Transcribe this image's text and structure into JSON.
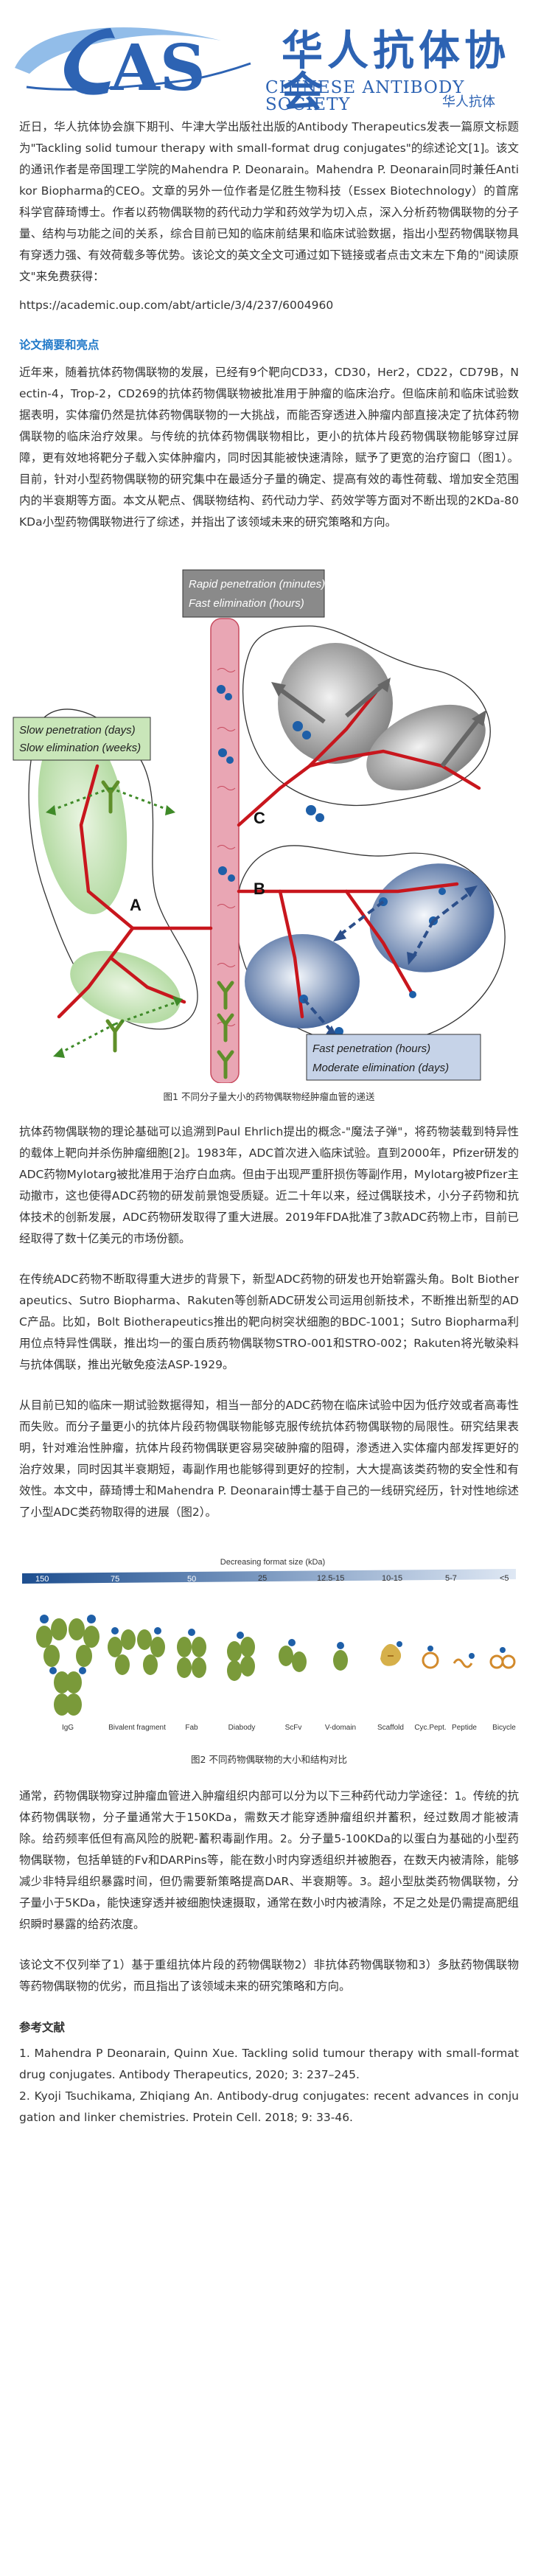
{
  "header": {
    "logo_cn": "华人抗体协会",
    "logo_en": "CHINESE ANTIBODY SOCIETY",
    "logo_stamp": "华人抗体",
    "logo_mark": "AS",
    "colors": {
      "brand": "#2d63b3"
    }
  },
  "intro": "近日，华人抗体协会旗下期刊、牛津大学出版社出版的Antibody Therapeutics发表一篇原文标题为\"Tackling solid tumour therapy with small-format drug conjugates\"的综述论文[1]。该文的通讯作者是帝国理工学院的Mahendra P. Deonarain。Mahendra P. Deonarain同时兼任Antikor Biopharma的CEO。文章的另外一位作者是亿胜生物科技（Essex Biotechnology）的首席科学官薛琦博士。作者以药物偶联物的药代动力学和药效学为切入点，深入分析药物偶联物的分子量、结构与功能之间的关系，综合目前已知的临床前结果和临床试验数据，指出小型药物偶联物具有穿透力强、有效荷载多等优势。该论文的英文全文可通过如下链接或者点击文末左下角的\"阅读原文\"来免费获得：",
  "url": "https://academic.oup.com/abt/article/3/4/237/6004960",
  "section_title": "论文摘要和亮点",
  "abstract": "近年来，随着抗体药物偶联物的发展，已经有9个靶向CD33，CD30，Her2，CD22，CD79B，Nectin-4，Trop-2，CD269的抗体药物偶联物被批准用于肿瘤的临床治疗。但临床前和临床试验数据表明，实体瘤仍然是抗体药物偶联物的一大挑战，而能否穿透进入肿瘤内部直接决定了抗体药物偶联物的临床治疗效果。与传统的抗体药物偶联物相比，更小的抗体片段药物偶联物能够穿过屏障，更有效地将靶分子载入实体肿瘤内，同时因其能被快速清除，赋予了更宽的治疗窗口（图1）。目前，针对小型药物偶联物的研究集中在最适分子量的确定、提高有效的毒性荷载、增加安全范围内的半衰期等方面。本文从靶点、偶联物结构、药代动力学、药效学等方面对不断出现的2KDa-80KDa小型药物偶联物进行了综述，并指出了该领域未来的研究策略和方向。",
  "figure1": {
    "label_rapid_1": "Rapid penetration (minutes)",
    "label_rapid_2": "Fast elimination (hours)",
    "label_slow_1": "Slow penetration (days)",
    "label_slow_2": "Slow elimination (weeks)",
    "label_fast_1": "Fast penetration (hours)",
    "label_fast_2": "Moderate elimination (days)",
    "letter_a": "A",
    "letter_b": "B",
    "letter_c": "C",
    "caption": "图1 不同分子量大小的药物偶联物经肿瘤血管的递送",
    "colors": {
      "vessel": "#e9a6b4",
      "vessel_line": "#c74a5e",
      "tumor_green": "#bfe0b0",
      "tumor_grey": "#8a8a8a",
      "tumor_blue": "#4a6da3",
      "vein": "#c8161d"
    }
  },
  "para2": "抗体药物偶联物的理论基础可以追溯到Paul Ehrlich提出的概念-\"魔法子弹\"，将药物装载到特异性的载体上靶向并杀伤肿瘤细胞[2]。1983年，ADC首次进入临床试验。直到2000年，Pfizer研发的ADC药物Mylotarg被批准用于治疗白血病。但由于出现严重肝损伤等副作用，Mylotarg被Pfizer主动撤市，这也使得ADC药物的研发前景饱受质疑。近二十年以来，经过偶联技术，小分子药物和抗体技术的创新发展，ADC药物研发取得了重大进展。2019年FDA批准了3款ADC药物上市，目前已经取得了数十亿美元的市场份额。",
  "para3": "在传统ADC药物不断取得重大进步的背景下，新型ADC药物的研发也开始崭露头角。Bolt Biotherapeutics、Sutro Biopharma、Rakuten等创新ADC研发公司运用创新技术，不断推出新型的ADC产品。比如，Bolt Biotherapeutics推出的靶向树突状细胞的BDC-1001；Sutro Biopharma利用位点特异性偶联，推出均一的蛋白质药物偶联物STRO-001和STRO-002；Rakuten将光敏染料与抗体偶联，推出光敏免疫法ASP-1929。",
  "para4": "从目前已知的临床一期试验数据得知，相当一部分的ADC药物在临床试验中因为低疗效或者高毒性而失败。而分子量更小的抗体片段药物偶联物能够克服传统抗体药物偶联物的局限性。研究结果表明，针对难治性肿瘤，抗体片段药物偶联更容易突破肿瘤的阻碍，渗透进入实体瘤内部发挥更好的治疗效果，同时因其半衰期短，毒副作用也能够得到更好的控制，大大提高该类药物的安全性和有效性。本文中，薛琦博士和Mahendra P. Deonarain博士基于自己的一线研究经历，针对性地综述了小型ADC类药物取得的进展（图2）。",
  "figure2": {
    "bar_label": "Decreasing format size (kDa)",
    "ticks": [
      "150",
      "75",
      "50",
      "25",
      "12.5-15",
      "10-15",
      "5-7",
      "<5"
    ],
    "formats": [
      "IgG",
      "Bivalent fragment",
      "Fab",
      "Diabody",
      "ScFv",
      "V-domain",
      "Scaffold",
      "Cyc.Pept.",
      "Peptide",
      "Bicycle"
    ],
    "caption": "图2 不同药物偶联物的大小和结构对比",
    "colors": {
      "bar_dark": "#1d4e8f",
      "bar_light": "#dfe8f4",
      "antibody": "#7a9a3a",
      "drug": "#1e5fa8"
    }
  },
  "para5": "通常，药物偶联物穿过肿瘤血管进入肿瘤组织内部可以分为以下三种药代动力学途径：1。传统的抗体药物偶联物，分子量通常大于150KDa，需数天才能穿透肿瘤组织并蓄积，经过数周才能被清除。给药频率低但有高风险的脱靶-蓄积毒副作用。2。分子量5-100KDa的以蛋白为基础的小型药物偶联物，包括单链的Fv和DARPins等，能在数小时内穿透组织并被胞吞，在数天内被清除，能够减少非特异组织暴露时间，但仍需要新策略提高DAR、半衰期等。3。超小型肽类药物偶联物，分子量小于5KDa，能快速穿透并被细胞快速摄取，通常在数小时内被清除，不足之处是仍需提高肥组织瞬时暴露的给药浓度。",
  "para6": "该论文不仅列举了1）基于重组抗体片段的药物偶联物2）非抗体药物偶联物和3）多肽药物偶联物等药物偶联物的优劣，而且指出了该领域未来的研究策略和方向。",
  "refs_title": "参考文献",
  "refs": [
    "1. Mahendra P Deonarain, Quinn Xue. Tackling solid tumour therapy with small-format drug conjugates. Antibody Therapeutics, 2020; 3: 237–245.",
    "2. Kyoji Tsuchikama, Zhiqiang An. Antibody-drug conjugates: recent advances in conjugation and linker chemistries. Protein Cell. 2018; 9: 33-46."
  ]
}
